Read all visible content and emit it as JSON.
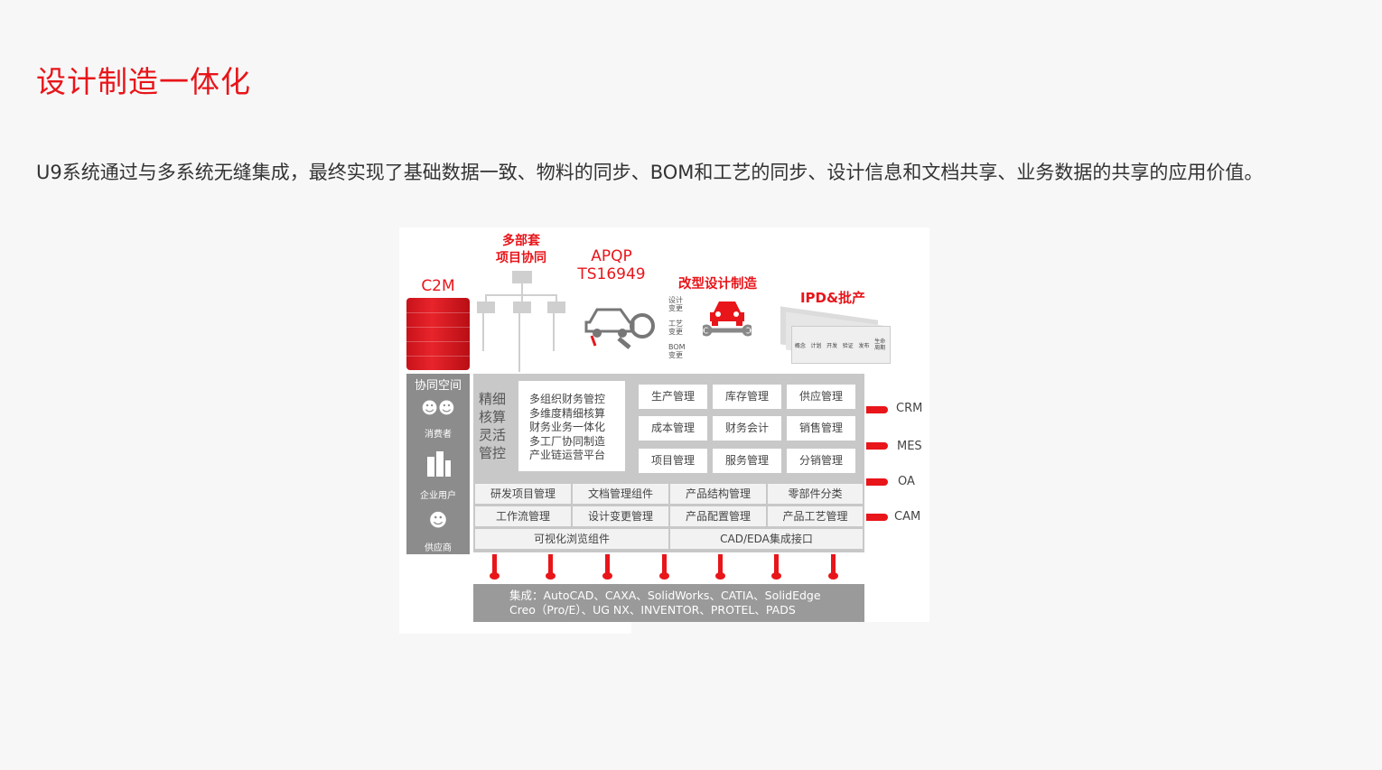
{
  "heading": "设计制造一体化",
  "description": "U9系统通过与多系统无缝集成，最终实现了基础数据一致、物料的同步、BOM和工艺的同步、设计信息和文档共享、业务数据的共享的应用价值。",
  "figure": {
    "top_labels": {
      "c2m": "C2M",
      "multi_dept_line1": "多部套",
      "multi_dept_line2": "项目协同",
      "apqp_line1": "APQP",
      "apqp_line2": "TS16949",
      "redesign": "改型设计制造",
      "ipd": "IPD&批产"
    },
    "change_labels": [
      {
        "l1": "设计",
        "l2": "变更"
      },
      {
        "l1": "工艺",
        "l2": "变更"
      },
      {
        "l1": "BOM",
        "l2": "变更"
      }
    ],
    "ipd_stages": [
      "概念",
      "计划",
      "开发",
      "验证",
      "发布",
      "生命周期"
    ],
    "left_column": {
      "header": "协同空间",
      "items": [
        {
          "label": "消费者",
          "icon": "consumers-icon"
        },
        {
          "label": "企业用户",
          "icon": "building-icon"
        },
        {
          "label": "供应商",
          "icon": "suppliers-icon"
        }
      ]
    },
    "core": {
      "side_label": "精细\n核算\n灵活\n管控",
      "features": [
        "多组织财务管控",
        "多维度精细核算",
        "财务业务一体化",
        "多工厂协同制造",
        "产业链运营平台"
      ]
    },
    "modules": [
      "生产管理",
      "库存管理",
      "供应管理",
      "成本管理",
      "财务会计",
      "销售管理",
      "项目管理",
      "服务管理",
      "分销管理"
    ],
    "plm_row1": [
      "研发项目管理",
      "文档管理组件",
      "产品结构管理",
      "零部件分类"
    ],
    "plm_row2": [
      "工作流管理",
      "设计变更管理",
      "产品配置管理",
      "产品工艺管理"
    ],
    "plm_row3": [
      "可视化浏览组件",
      "CAD/EDA集成接口"
    ],
    "right_systems": [
      "CRM",
      "MES",
      "OA",
      "CAM"
    ],
    "integration_line1": "集成：AutoCAD、CAXA、SolidWorks、CATIA、SolidEdge",
    "integration_line2": "Creo（Pro/E）、UG NX、INVENTOR、PROTEL、PADS"
  }
}
